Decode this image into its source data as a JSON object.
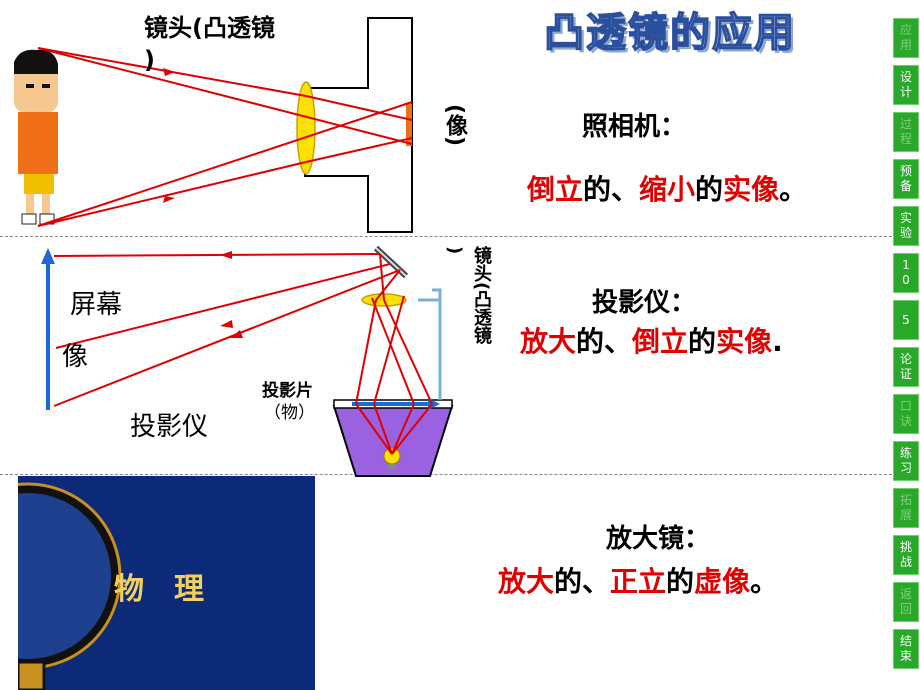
{
  "title": "凸透镜的应用",
  "camera": {
    "lens_label": "镜头(凸透镜",
    "lens_label_end": ")",
    "image_label": "(像)",
    "heading": "照相机：",
    "desc": [
      {
        "text": "倒立",
        "red": true
      },
      {
        "text": "的、",
        "red": false
      },
      {
        "text": "缩小",
        "red": true
      },
      {
        "text": "的",
        "red": false
      },
      {
        "text": "实像",
        "red": true
      },
      {
        "text": "。",
        "red": false
      }
    ]
  },
  "projector": {
    "screen_label": "屏幕",
    "image_label": "像",
    "bottom_label": "投影仪",
    "slide_label": "投影片",
    "slide_sub": "（物）",
    "lens_label": "镜头(凸透镜",
    "lens_label_end": ")",
    "heading": "投影仪：",
    "desc": [
      {
        "text": "放大",
        "red": true
      },
      {
        "text": "的、",
        "red": false
      },
      {
        "text": "倒立",
        "red": true
      },
      {
        "text": "的",
        "red": false
      },
      {
        "text": "实像",
        "red": true
      },
      {
        "text": ".",
        "red": false
      }
    ]
  },
  "magnifier": {
    "book_text": "物理",
    "heading": "放大镜：",
    "desc": [
      {
        "text": "放大",
        "red": true
      },
      {
        "text": "的、",
        "red": false
      },
      {
        "text": "正立",
        "red": true
      },
      {
        "text": "的",
        "red": false
      },
      {
        "text": "虚像",
        "red": true
      },
      {
        "text": "。",
        "red": false
      }
    ]
  },
  "sidebar": [
    {
      "label": "应用",
      "dim": true
    },
    {
      "label": "设计",
      "dim": false
    },
    {
      "label": "过程",
      "dim": true
    },
    {
      "label": "预备",
      "dim": false
    },
    {
      "label": "实验",
      "dim": false
    },
    {
      "label": "10",
      "dim": false
    },
    {
      "label": "5",
      "dim": false
    },
    {
      "label": "论证",
      "dim": false
    },
    {
      "label": "口诀",
      "dim": true
    },
    {
      "label": "练习",
      "dim": false
    },
    {
      "label": "拓展",
      "dim": true
    },
    {
      "label": "挑战",
      "dim": false
    },
    {
      "label": "返回",
      "dim": true
    },
    {
      "label": "结束",
      "dim": false
    }
  ],
  "colors": {
    "ray": "#e00000",
    "accent_text": "#e00000",
    "sidebar": "#29a829",
    "book": "#0d2a78"
  }
}
